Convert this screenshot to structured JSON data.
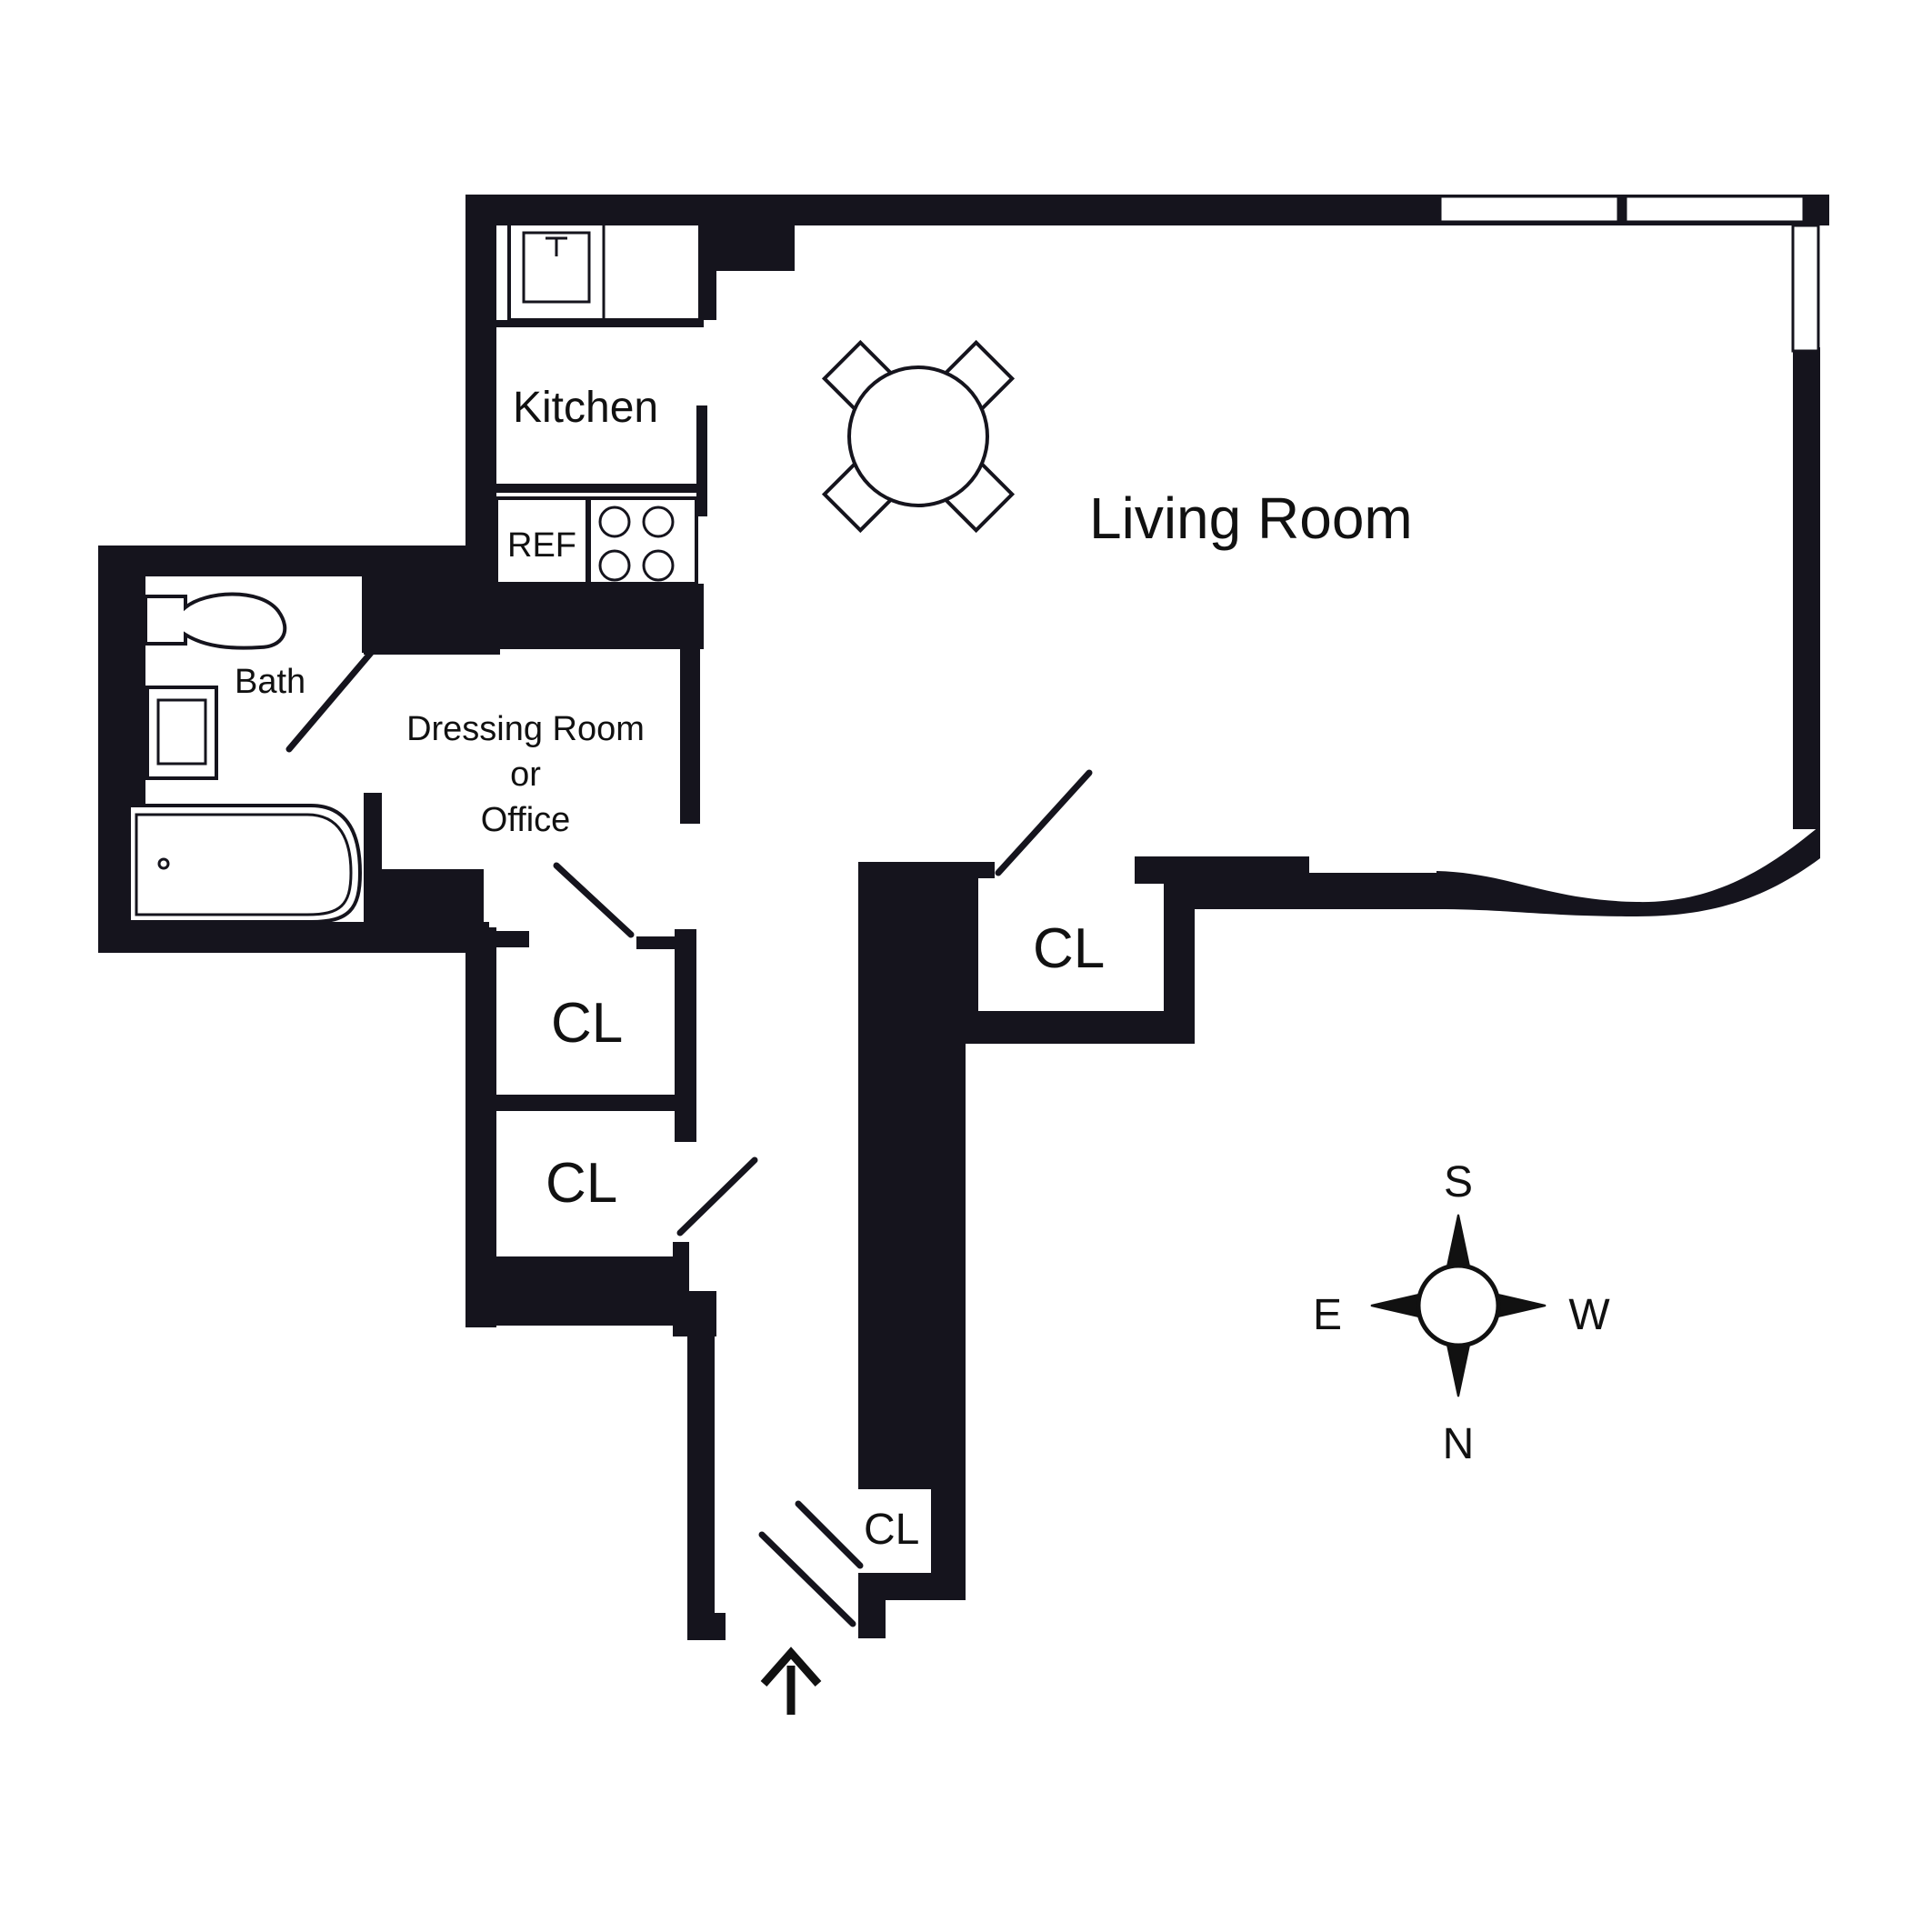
{
  "rooms": {
    "living_room": "Living Room",
    "kitchen": "Kitchen",
    "refrigerator": "REF",
    "bath": "Bath",
    "dressing_room": [
      "Dressing Room",
      "or",
      "Office"
    ],
    "closet_right": "CL",
    "closet_left_upper": "CL",
    "closet_left_lower": "CL",
    "closet_entry": "CL"
  },
  "compass": {
    "top": "S",
    "bottom": "N",
    "left": "E",
    "right": "W"
  },
  "colors": {
    "wall": "#15141d",
    "background": "#ffffff"
  },
  "icons": {
    "entry": "up-arrow-icon",
    "compass": "compass-rose-icon",
    "dining": "dining-table-icon"
  }
}
